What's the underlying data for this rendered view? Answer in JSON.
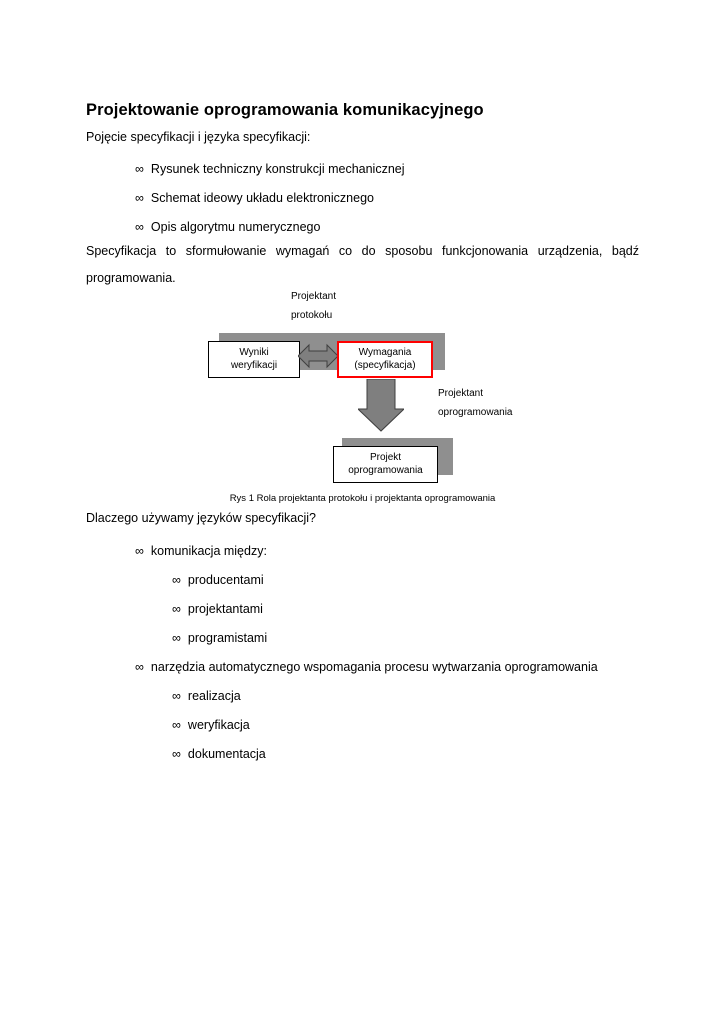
{
  "page": {
    "bullet_char": "∞"
  },
  "document": {
    "title": "Projektowanie oprogramowania komunikacyjnego",
    "intro": "Pojęcie specyfikacji i języka specyfikacji:",
    "bullets": [
      "Rysunek techniczny konstrukcji mechanicznej",
      "Schemat ideowy układu elektronicznego",
      "Opis algorytmu numerycznego"
    ],
    "paragraph": "Specyfikacja to sformułowanie wymagań co do sposobu funkcjonowania urządzenia, bądź programowania.",
    "question": "Dlaczego używamy języków specyfikacji?",
    "list": [
      {
        "label": "komunikacja między:",
        "children": [
          "producentami",
          "projektantami",
          "programistami"
        ]
      },
      {
        "label": "narzędzia automatycznego wspomagania procesu wytwarzania oprogramowania",
        "children": [
          "realizacja",
          "weryfikacja",
          "dokumentacja"
        ]
      }
    ]
  },
  "diagram": {
    "top_label": [
      "Projektant",
      "protokołu"
    ],
    "left_box": [
      "Wyniki",
      "weryfikacji"
    ],
    "right_box": [
      "Wymagania",
      "(specyfikacja)"
    ],
    "right_label": [
      "Projektant",
      "oprogramowania"
    ],
    "bottom_box": [
      "Projekt",
      "oprogramowania"
    ],
    "caption": "Rys 1 Rola projektanta protokołu i projektanta oprogramowania"
  },
  "colors": {
    "highlight-red": "#ff0000",
    "shadow-gray": "#8f8f8f",
    "arrow-gray": "#7f7f7f",
    "arrow-stroke": "#3f3f3f"
  }
}
